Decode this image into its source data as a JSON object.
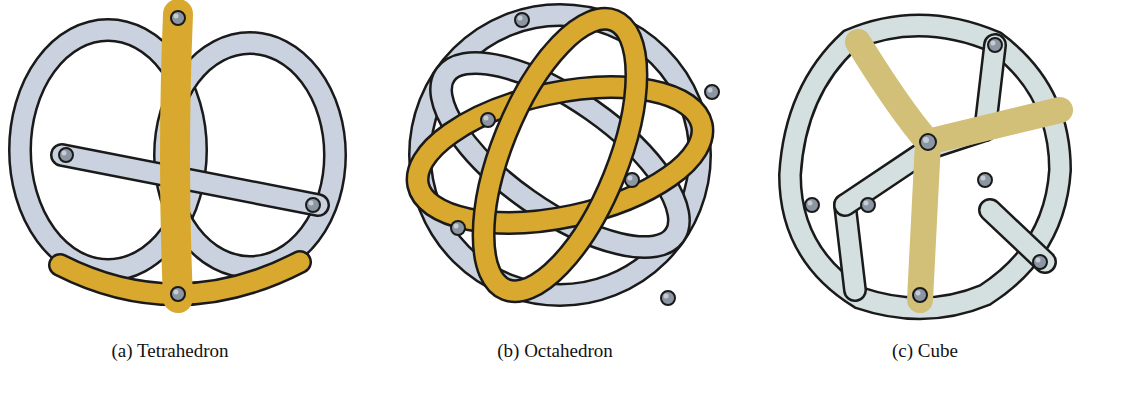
{
  "diagram": {
    "labels": [
      "(a) Tetrahedron",
      "(b) Octahedron",
      "(c) Cube"
    ]
  }
}
